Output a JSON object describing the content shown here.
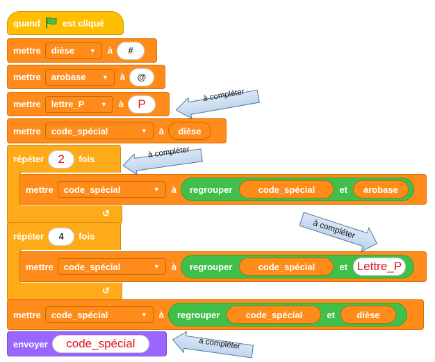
{
  "hat": {
    "text_before": "quand",
    "text_after": "est cliqué"
  },
  "set1": {
    "label": "mettre",
    "var": "dièse",
    "to": "à",
    "value": "#"
  },
  "set2": {
    "label": "mettre",
    "var": "arobase",
    "to": "à",
    "value": "@"
  },
  "set3": {
    "label": "mettre",
    "var": "lettre_P",
    "to": "à",
    "value": "P"
  },
  "set4": {
    "label": "mettre",
    "var": "code_spécial",
    "to": "à",
    "value": "dièse"
  },
  "repeat1": {
    "label": "répéter",
    "count": "2",
    "suffix": "fois"
  },
  "inner1": {
    "label": "mettre",
    "var": "code_spécial",
    "to": "à",
    "join": "regrouper",
    "a": "code_spécial",
    "and": "et",
    "b": "arobase"
  },
  "repeat2": {
    "label": "répéter",
    "count": "4",
    "suffix": "fois"
  },
  "inner2": {
    "label": "mettre",
    "var": "code_spécial",
    "to": "à",
    "join": "regrouper",
    "a": "code_spécial",
    "and": "et",
    "b": "Lettre_P"
  },
  "set5": {
    "label": "mettre",
    "var": "code_spécial",
    "to": "à",
    "join": "regrouper",
    "a": "code_spécial",
    "and": "et",
    "b": "dièse"
  },
  "send": {
    "label": "envoyer",
    "value": "code_spécial"
  },
  "notes": {
    "n1": "à compléter",
    "n2": "à compléter",
    "n3": "à compléter",
    "n4": "à compléter"
  },
  "colors": {
    "events": "#ffbf00",
    "variables": "#ff8c1a",
    "control": "#ffab19",
    "operators": "#40bf4a",
    "looks": "#9966ff",
    "note_fill": "#c6dcf2"
  },
  "icons": {
    "flag": "green-flag-icon",
    "dropdown": "caret-down-icon",
    "loop": "loop-arrow-icon"
  }
}
